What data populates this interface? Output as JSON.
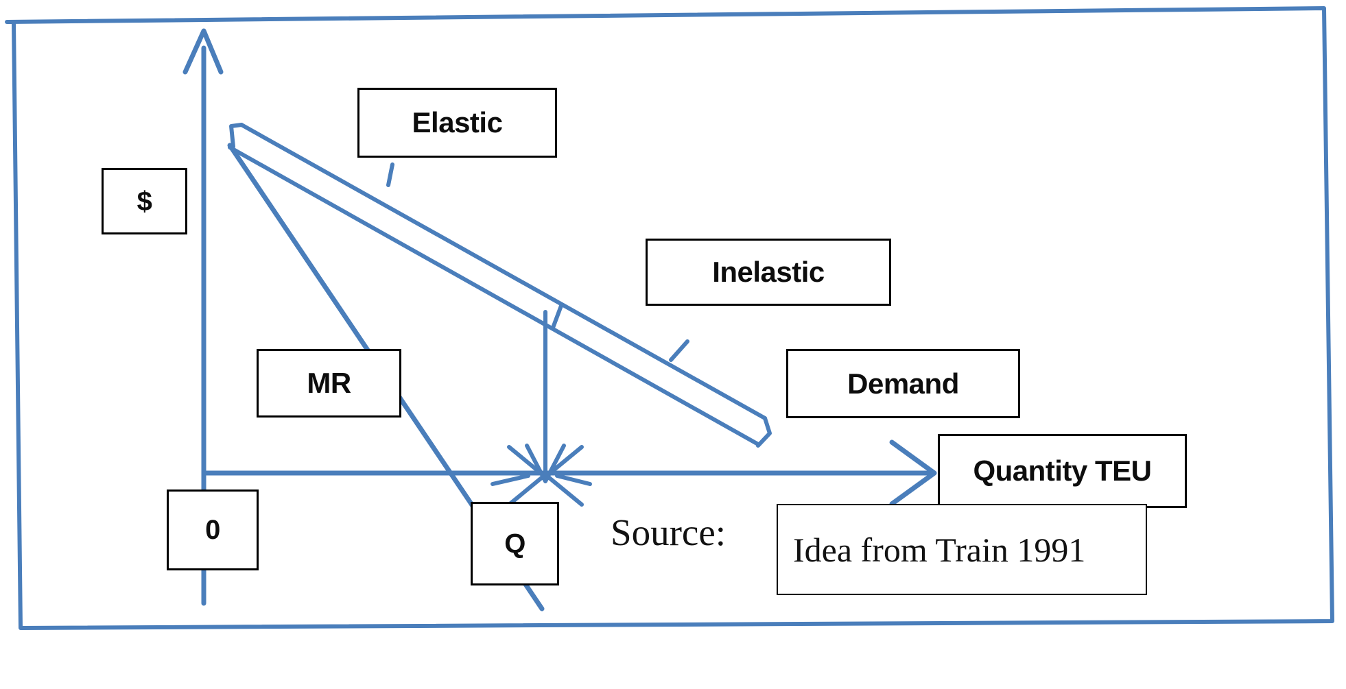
{
  "figure": {
    "type": "economics-demand-marginal-revenue-diagram",
    "frame_color": "#4a7ebb",
    "line_color": "#4a7ebb",
    "box_border_color": "#000000",
    "text_color": "#0d0d0d",
    "background": "#ffffff"
  },
  "axes": {
    "y_axis_label": "$",
    "x_axis_label": "Quantity TEU",
    "origin_label": "0",
    "quantity_marker_label": "Q"
  },
  "curve_labels": {
    "elastic": "Elastic",
    "inelastic": "Inelastic",
    "demand": "Demand",
    "marginal_revenue": "MR"
  },
  "source": {
    "prefix": "Source:",
    "citation": "Idea from Train 1991"
  },
  "chart_data": {
    "type": "line",
    "title": "",
    "xlabel": "Quantity TEU",
    "ylabel": "$",
    "grid": false,
    "legend_position": "inline-callouts",
    "annotations": [
      {
        "text": "Elastic",
        "region": "upper segment of demand curve"
      },
      {
        "text": "Inelastic",
        "region": "lower segment of demand curve"
      },
      {
        "text": "Demand",
        "region": "demand curve end"
      },
      {
        "text": "MR",
        "region": "marginal revenue line"
      },
      {
        "text": "0",
        "region": "origin"
      },
      {
        "text": "Q",
        "region": "quantity at MR = 0"
      }
    ],
    "series": [
      {
        "name": "Demand",
        "points": [
          [
            0,
            100
          ],
          [
            100,
            0
          ]
        ],
        "description": "downward sloping straight demand curve drawn as a band; upper half elastic, lower half inelastic"
      },
      {
        "name": "MR",
        "points": [
          [
            0,
            100
          ],
          [
            50,
            0
          ],
          [
            62,
            -18
          ]
        ],
        "description": "marginal revenue line with twice the slope of demand, crossing the quantity axis at Q"
      },
      {
        "name": "Q dropline",
        "points": [
          [
            50,
            52
          ],
          [
            50,
            0
          ]
        ],
        "description": "vertical line from midpoint of the demand curve down to the quantity axis at Q"
      }
    ]
  }
}
